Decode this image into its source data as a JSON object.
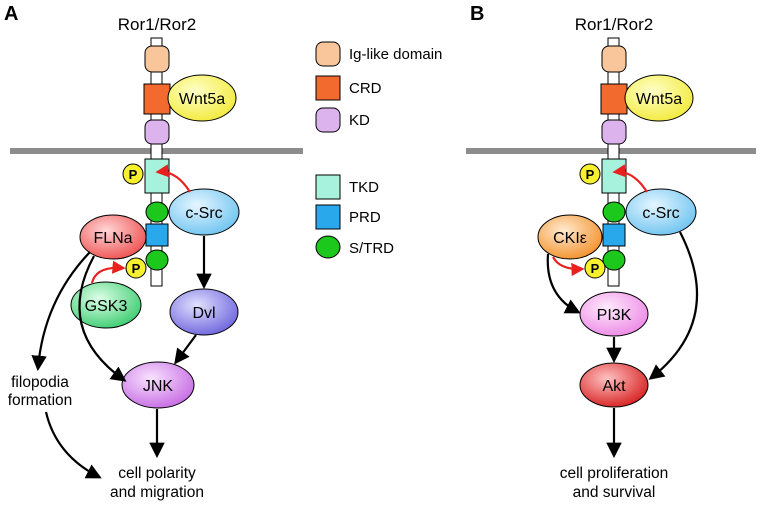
{
  "panels": {
    "a": {
      "letter": "A",
      "title": "Ror1/Ror2",
      "ligand": "Wnt5a",
      "phospho": "P",
      "nodes": {
        "csrc": "c-Src",
        "flna": "FLNa",
        "gsk3": "GSK3",
        "dvl": "Dvl",
        "jnk": "JNK"
      },
      "outcomes": {
        "filopodia_line1": "filopodia",
        "filopodia_line2": "formation",
        "polarity_line1": "cell polarity",
        "polarity_line2": "and migration"
      }
    },
    "b": {
      "letter": "B",
      "title": "Ror1/Ror2",
      "ligand": "Wnt5a",
      "phospho": "P",
      "nodes": {
        "csrc": "c-Src",
        "ckie": "CKIε",
        "pi3k": "PI3K",
        "akt": "Akt"
      },
      "outcomes": {
        "line1": "cell proliferation",
        "line2": "and survival"
      }
    }
  },
  "legend": {
    "items": [
      {
        "label": "Ig-like domain",
        "color": "#F8C69A"
      },
      {
        "label": "CRD",
        "color": "#F26A2E"
      },
      {
        "label": "KD",
        "color": "#DDB3EE"
      },
      {
        "label": "TKD",
        "color": "#A6F2DC"
      },
      {
        "label": "PRD",
        "color": "#2AA8EC"
      },
      {
        "label": "S/TRD",
        "color": "#1CC81C"
      }
    ]
  },
  "colors": {
    "membrane": "#8C8C8C",
    "phospho": "#F7F02E",
    "wnt5a": "#F4F05A",
    "csrc": "#8FD4F6",
    "flna": "#F26466",
    "gsk3": "#62DC8C",
    "dvl": "#8C86E8",
    "jnk": "#D68AEA",
    "ckie": "#F7A84A",
    "pi3k": "#F2A6EE",
    "akt": "#E83030",
    "activation_arrow": "#E8201E"
  }
}
